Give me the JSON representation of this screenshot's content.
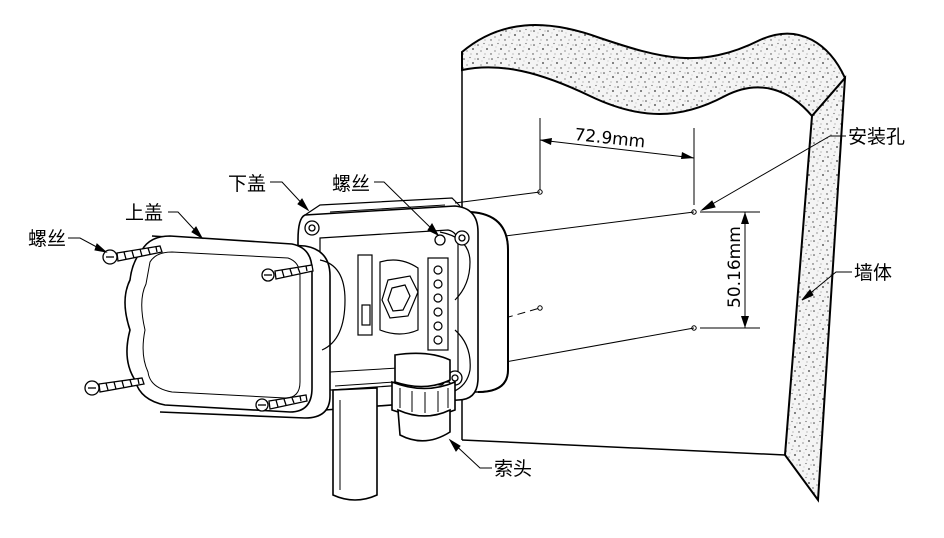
{
  "labels": {
    "screw_left": "螺丝",
    "top_cover": "上盖",
    "bottom_cover": "下盖",
    "screw_right": "螺丝",
    "mounting_hole": "安装孔",
    "wall": "墙体",
    "cable_gland": "索头"
  },
  "dimensions": {
    "horizontal": "72.9mm",
    "vertical": "50.16mm"
  }
}
